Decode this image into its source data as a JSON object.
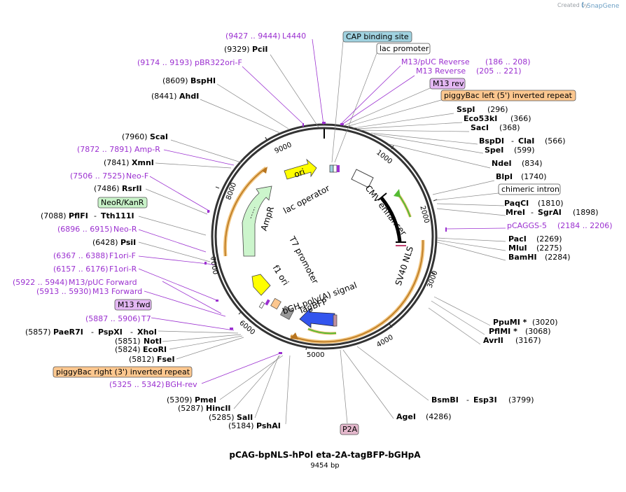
{
  "header": {
    "credit": "Created by",
    "brand": "SnapGene"
  },
  "plasmid": {
    "name": "pCAG-bpNLS-hPol eta-2A-tagBFP-bGHpA",
    "length_label": "9454 bp"
  },
  "ticks": [
    "1000",
    "2000",
    "3000",
    "4000",
    "5000",
    "6000",
    "7000",
    "8000",
    "9000"
  ],
  "inner_labels": {
    "ori": "ori",
    "lac_operator": "lac operator",
    "ampr": "AmpR",
    "cmv_enhancer": "CMV enhancer",
    "t7_promoter": "T7 promoter",
    "f1_ori": "f1 ori",
    "sv40_nls": "SV40 NLS",
    "bgh_polya": "bGH poly(A) signal",
    "tagbfp": "TagBFP"
  },
  "right_labels": {
    "cap": "CAP binding site",
    "lac_promoter": "lac promoter",
    "m13_puc_rev": "M13/pUC Reverse",
    "m13_puc_rev_pos": "(186 .. 208)",
    "m13_reverse": "M13 Reverse",
    "m13_reverse_pos": "(205 .. 221)",
    "m13_rev_box": "M13 rev",
    "piggybac_left": "piggyBac left (5') inverted repeat",
    "sspi": "SspI",
    "sspi_pos": "(296)",
    "eco53ki": "Eco53kI",
    "eco53ki_pos": "(366)",
    "saci": "SacI",
    "saci_pos": "(368)",
    "bspdi": "BspDI",
    "dash1": "-",
    "clai": "ClaI",
    "bspdi_pos": "(566)",
    "spei": "SpeI",
    "spei_pos": "(599)",
    "ndei": "NdeI",
    "ndei_pos": "(834)",
    "blpi": "BlpI",
    "blpi_pos": "(1740)",
    "chimeric": "chimeric intron",
    "paqci": "PaqCI",
    "paqci_pos": "(1810)",
    "mrei": "MreI",
    "dash2": "-",
    "sgrai": "SgrAI",
    "mrei_pos": "(1898)",
    "pcaggs": "pCAGGS-5",
    "pcaggs_pos": "(2184 .. 2206)",
    "paci": "PacI",
    "paci_pos": "(2269)",
    "mlui": "MluI",
    "mlui_pos": "(2275)",
    "bamhi": "BamHI",
    "bamhi_pos": "(2284)",
    "ppumi": "PpuMI *",
    "ppumi_pos": "(3020)",
    "pflmi": "PflMI *",
    "pflmi_pos": "(3068)",
    "avrii": "AvrII",
    "avrii_pos": "(3167)",
    "bsmbi": "BsmBI",
    "dash3": "-",
    "esp3i": "Esp3I",
    "bsmbi_pos": "(3799)",
    "agei": "AgeI",
    "agei_pos": "(4286)",
    "p2a": "P2A"
  },
  "left_labels": {
    "l4440_pos": "(9427 .. 9444)",
    "l4440": "L4440",
    "pcii_pos": "(9329)",
    "pcii": "PciI",
    "pbr_pos": "(9174 .. 9193)",
    "pbr": "pBR322ori-F",
    "bsphi_pos": "(8609)",
    "bsphi": "BspHI",
    "ahdi_pos": "(8441)",
    "ahdi": "AhdI",
    "scai_pos": "(7960)",
    "scai": "ScaI",
    "ampr_pos": "(7872 .. 7891)",
    "ampr": "Amp-R",
    "xmni_pos": "(7841)",
    "xmni": "XmnI",
    "neof_pos": "(7506 .. 7525)",
    "neof": "Neo-F",
    "rsrii_pos": "(7486)",
    "rsrii": "RsrII",
    "neokan": "NeoR/KanR",
    "pflfi_pos": "(7088)",
    "pflfi": "PflFI",
    "dash4": "-",
    "tth": "Tth111I",
    "neor_pos": "(6896 .. 6915)",
    "neor": "Neo-R",
    "psii_pos": "(6428)",
    "psii": "PsiI",
    "f1orif_pos": "(6367 .. 6388)",
    "f1orif": "F1ori-F",
    "f1orir_pos": "(6157 .. 6176)",
    "f1orir": "F1ori-R",
    "m13puc_pos": "(5922 .. 5944)",
    "m13puc": "M13/pUC Forward",
    "m13fwd_pos": "(5913 .. 5930)",
    "m13fwd": "M13 Forward",
    "m13fwd_box": "M13 fwd",
    "t7_pos": "(5887 .. 5906)",
    "t7": "T7",
    "paer7i_pos": "(5857)",
    "paer7i": "PaeR7I",
    "dash5": "-",
    "pspxi": "PspXI",
    "dash6": "-",
    "xhoi": "XhoI",
    "noti_pos": "(5851)",
    "noti": "NotI",
    "ecori_pos": "(5824)",
    "ecori": "EcoRI",
    "fsei_pos": "(5812)",
    "fsei": "FseI",
    "piggybac_right": "piggyBac right (3') inverted repeat",
    "bghrev_pos": "(5325 .. 5342)",
    "bghrev": "BGH-rev",
    "pmei_pos": "(5309)",
    "pmei": "PmeI",
    "hincii_pos": "(5287)",
    "hincii": "HincII",
    "sali_pos": "(5285)",
    "sali": "SalI",
    "pshai_pos": "(5184)",
    "pshai": "PshAI"
  },
  "colors": {
    "ring": "#333333",
    "yellow": "#ffff00",
    "ampr_fill": "#ccf5cc",
    "orange_arc": "#e8a33a",
    "green_arrow": "#55bb33",
    "blue": "#3355ee",
    "primer": "#9b30d0",
    "cap_fill": "#a0d2e0",
    "box_orange": "#fcc78f",
    "box_purple": "#e4b8f4",
    "box_pink": "#e4b8cc",
    "box_green": "#c8f2c8"
  }
}
